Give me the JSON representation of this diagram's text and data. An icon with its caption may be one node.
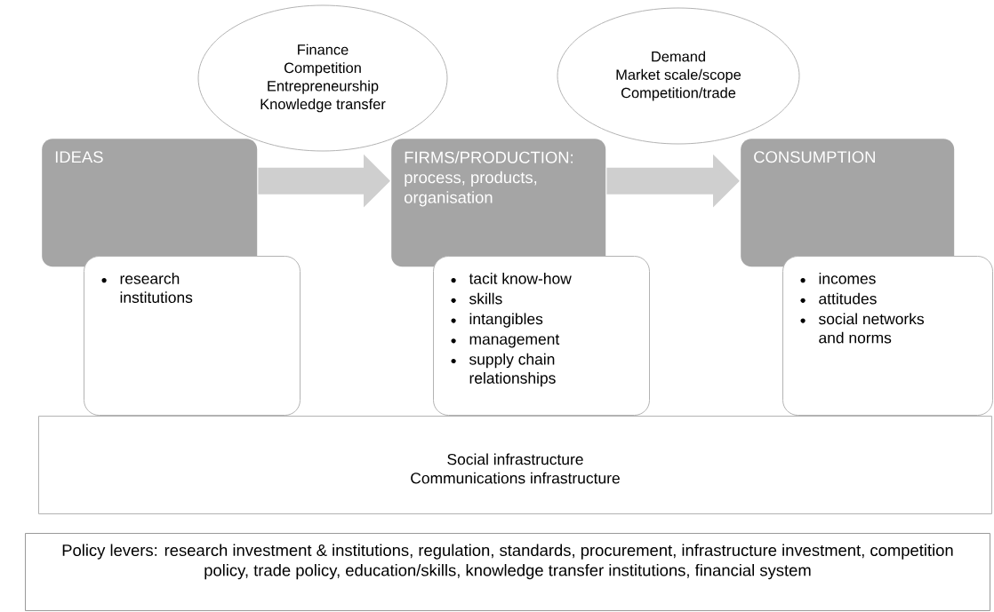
{
  "diagram": {
    "nodes": [
      {
        "text": [
          "Finance",
          "Competition",
          "Entrepreneurship",
          "Knowledge transfer"
        ]
      },
      {
        "text": [
          "Demand",
          "Market scale/scope",
          "Competition/trade"
        ]
      },
      {
        "text": [
          "IDEAS"
        ]
      },
      {
        "text": [
          "research institutions"
        ]
      },
      {
        "text": [
          "FIRMS/PRODUCTION: process, products, organisation"
        ]
      },
      {
        "text": [
          "tacit know-how",
          "skills",
          "intangibles",
          "management",
          "supply chain relationships"
        ]
      },
      {
        "text": [
          "CONSUMPTION"
        ]
      },
      {
        "text": [
          "incomes",
          "attitudes",
          "social networks and norms"
        ]
      },
      {
        "text": [
          "Social infrastructure",
          "Communications infrastructure"
        ]
      },
      {
        "text": [
          "Policy levers: research investment & institutions, regulation, standards, procurement, infrastructure investment, competition policy, trade policy, education/skills, knowledge transfer institutions, financial system"
        ]
      }
    ],
    "edges": [
      {
        "from": 2,
        "to": 4,
        "arrow": "to"
      },
      {
        "from": 4,
        "to": 6,
        "arrow": "to"
      }
    ]
  }
}
